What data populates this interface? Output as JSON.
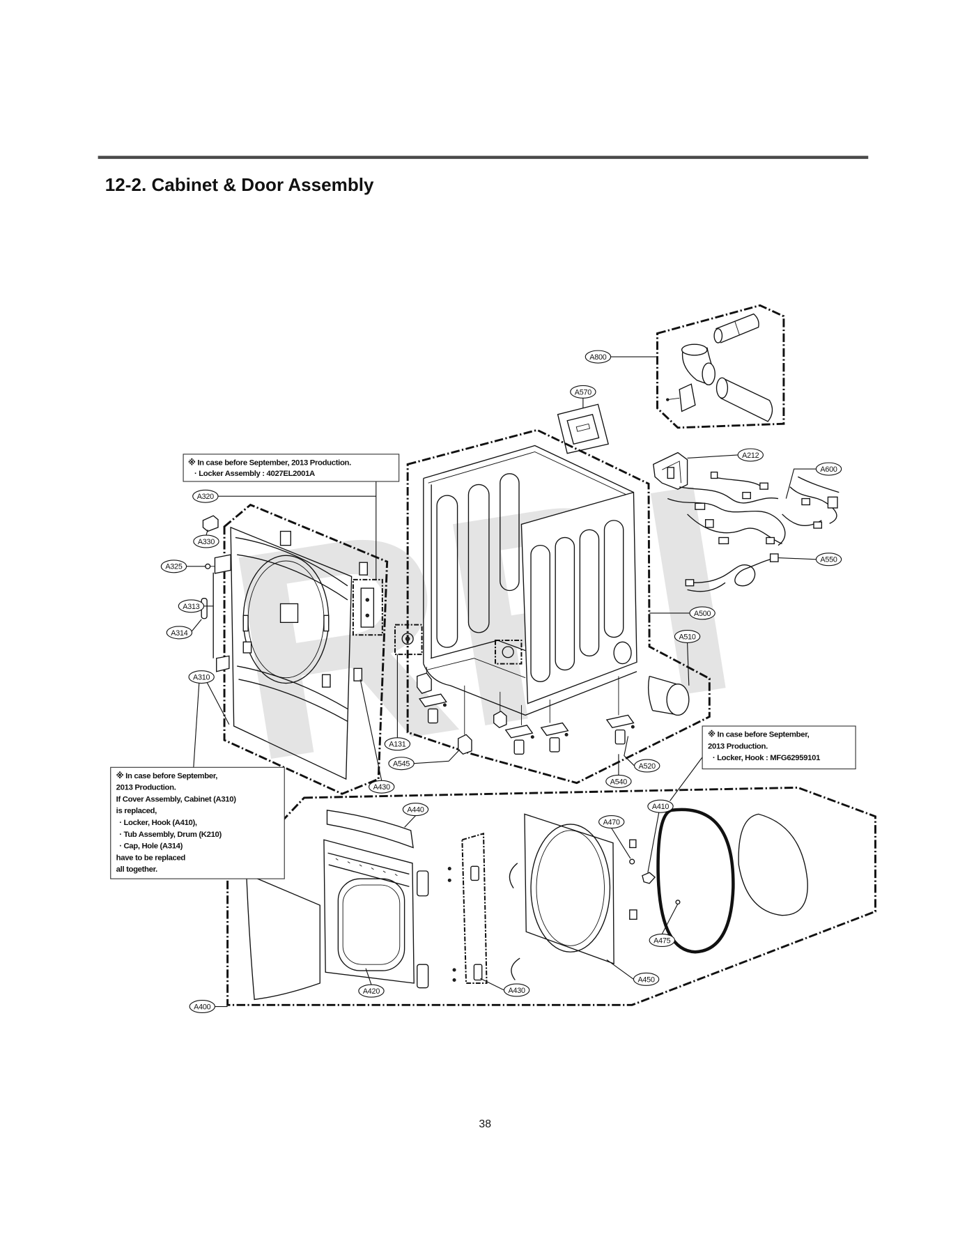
{
  "page": {
    "title": "12-2. Cabinet & Door Assembly",
    "page_number": "38",
    "watermark": "RPI"
  },
  "callouts": {
    "a800": "A800",
    "a570": "A570",
    "a212": "A212",
    "a600": "A600",
    "a550": "A550",
    "a500": "A500",
    "a510": "A510",
    "a320": "A320",
    "a330": "A330",
    "a325": "A325",
    "a313": "A313",
    "a314": "A314",
    "a310": "A310",
    "a131": "A131",
    "a545": "A545",
    "a430_cabinet": "A430",
    "a540": "A540",
    "a520": "A520",
    "a410": "A410",
    "a440": "A440",
    "a470": "A470",
    "a475": "A475",
    "a450": "A450",
    "a420": "A420",
    "a430_door": "A430",
    "a400": "A400"
  },
  "notes": {
    "locker_assembly": [
      "※ In case before September, 2013 Production.",
      "· Locker Assembly : 4027EL2001A"
    ],
    "locker_hook": [
      "※ In case before September,",
      "2013 Production.",
      "· Locker, Hook : MFG62959101"
    ],
    "cabinet_replacement": [
      "※ In case before September,",
      "2013 Production.",
      "If Cover Assembly, Cabinet (A310)",
      "is replaced,",
      "· Locker, Hook (A410),",
      "· Tub Assembly, Drum (K210)",
      "· Cap, Hole (A314)",
      "have to be replaced",
      "all together."
    ]
  }
}
